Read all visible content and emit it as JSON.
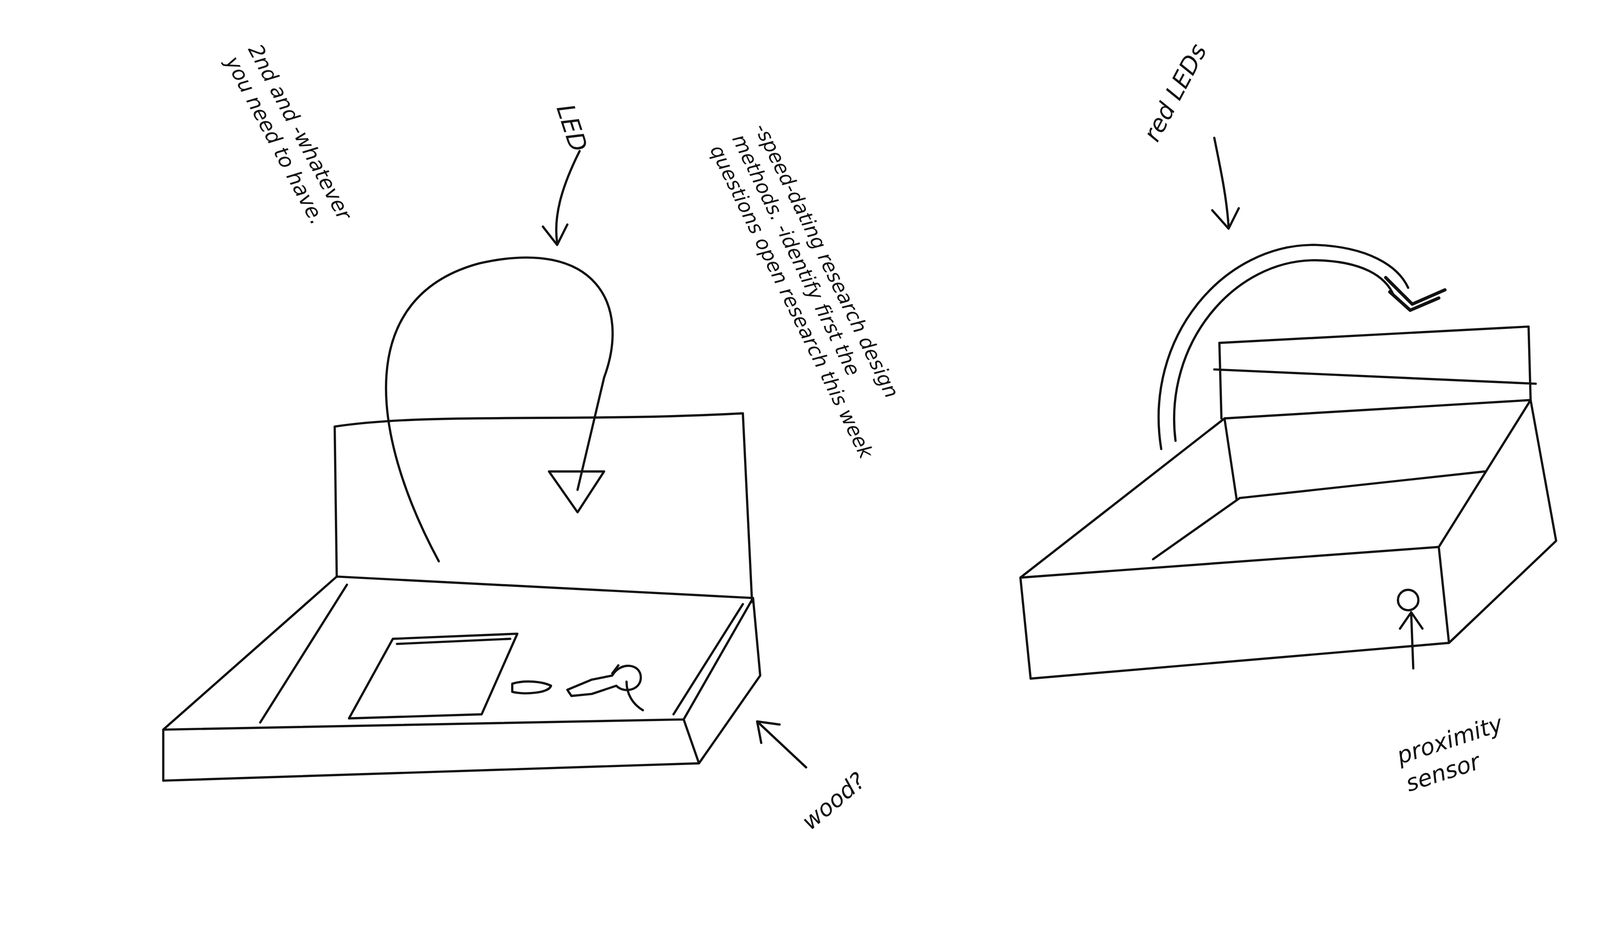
{
  "diagram": {
    "labels": [
      "2nd and -whatever you need to have.",
      "LED",
      "-speed-dating research design methods. -identify first the questions open research this week",
      "wood?",
      "red LEDs",
      "proximity sensor"
    ]
  }
}
